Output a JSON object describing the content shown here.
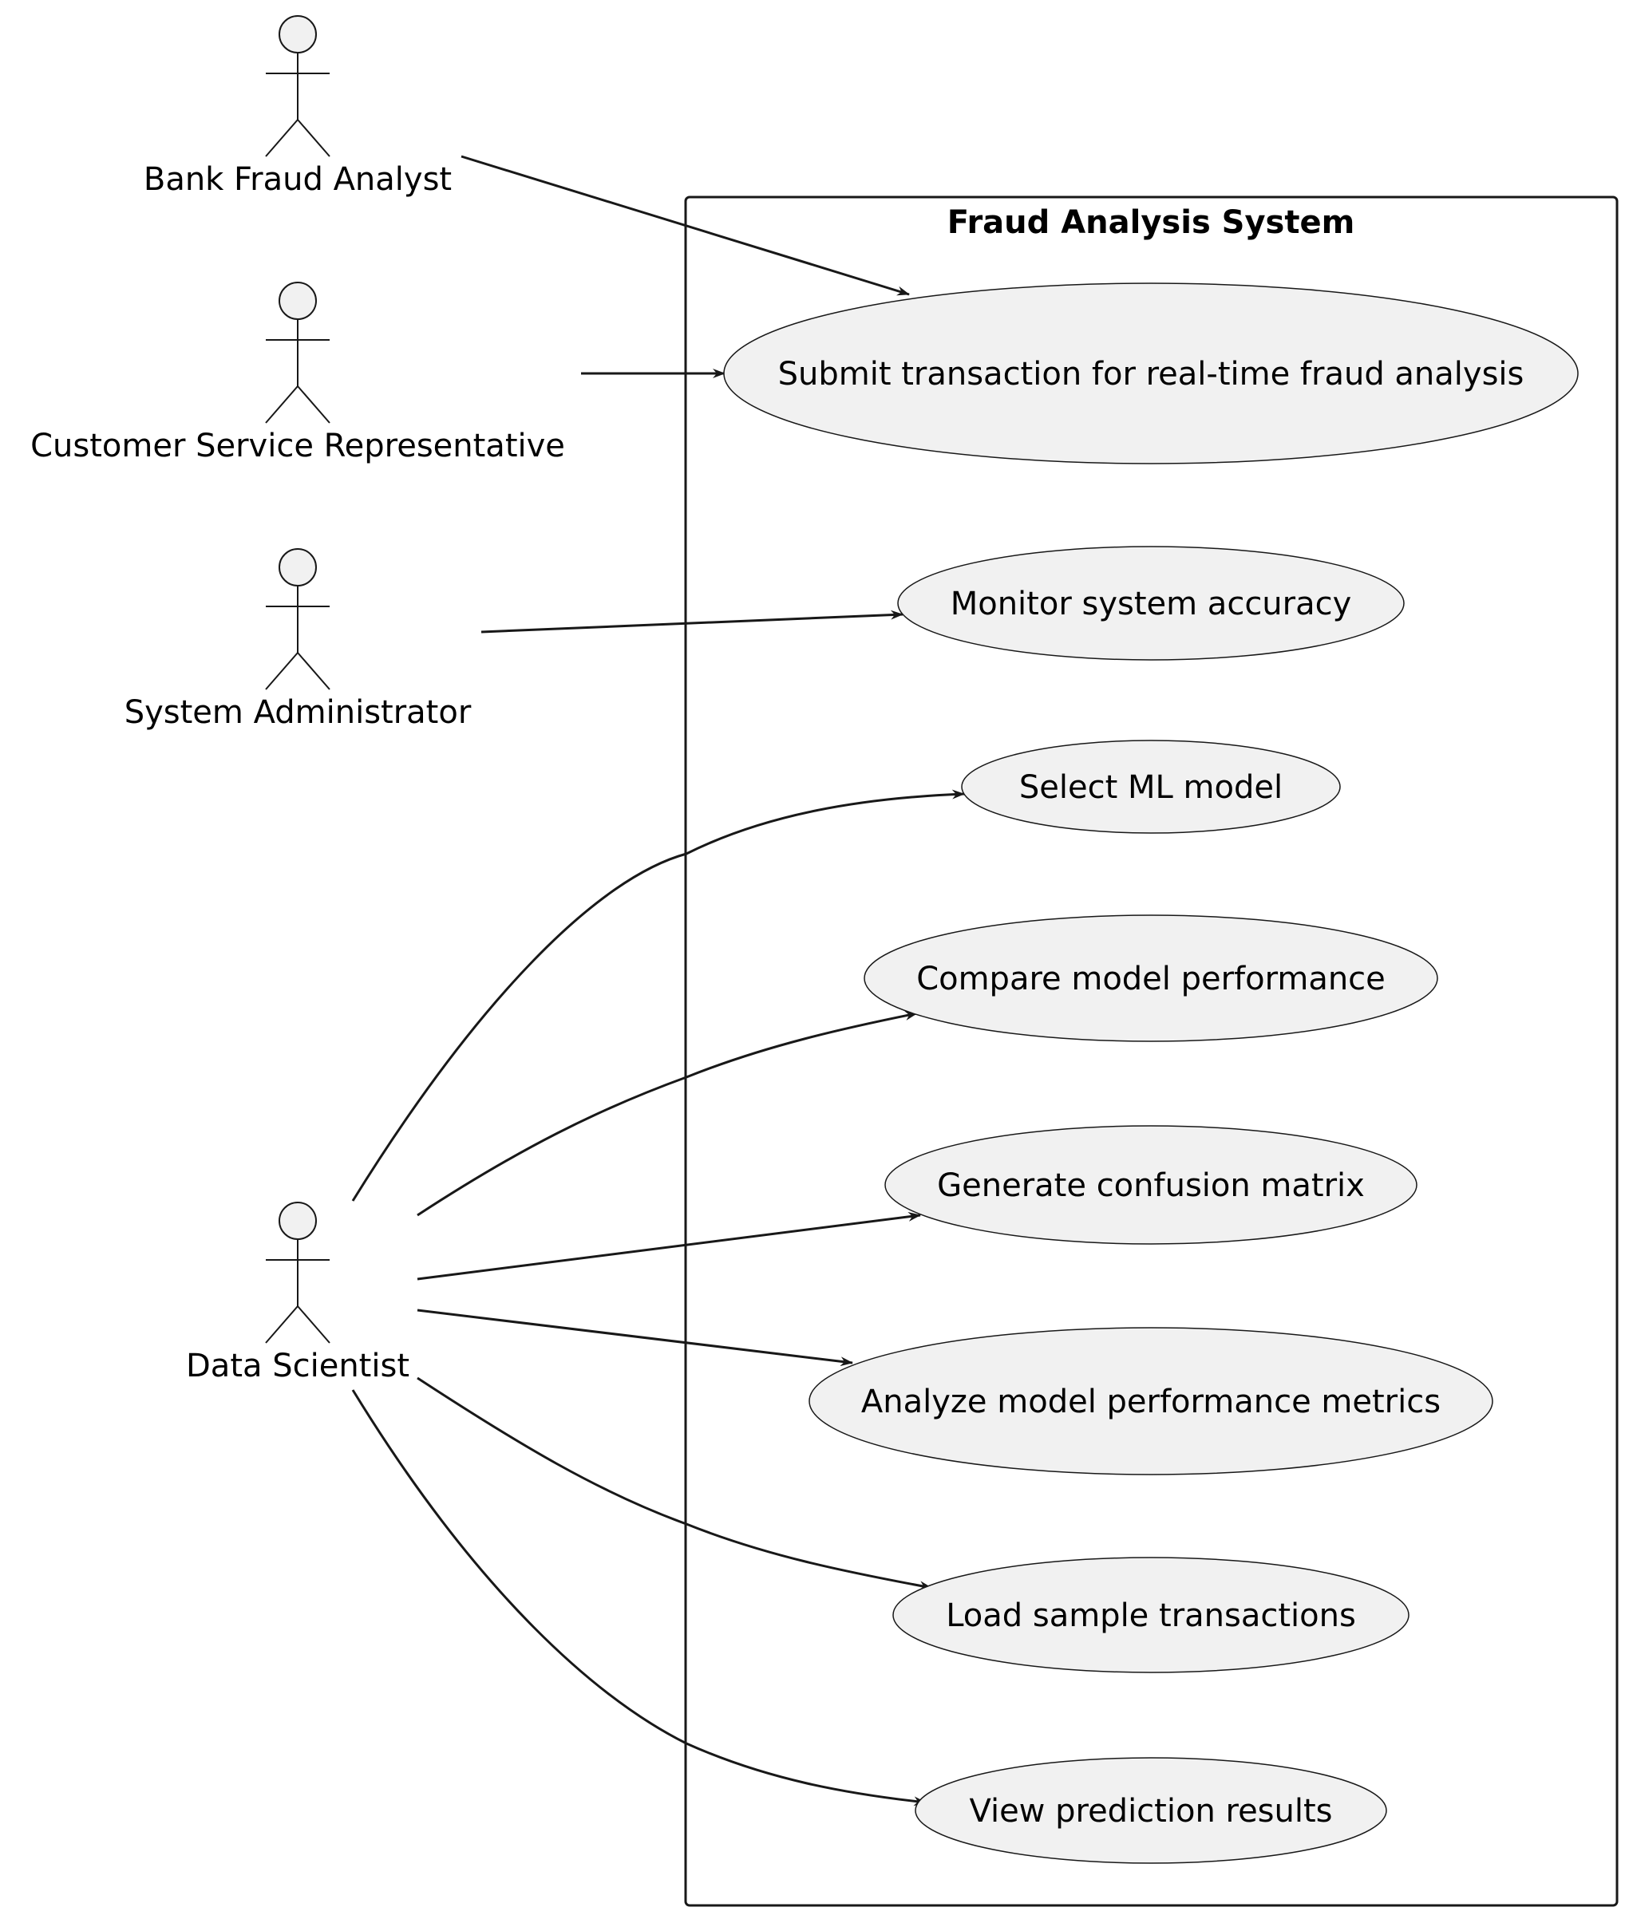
{
  "colors": {
    "background": "#FFFFFF",
    "shape_fill": "#F1F1F1",
    "stroke": "#181818"
  },
  "system": {
    "title": "Fraud Analysis System"
  },
  "actors": [
    {
      "id": "bank-fraud-analyst",
      "label": "Bank Fraud Analyst"
    },
    {
      "id": "customer-service-representative",
      "label": "Customer Service Representative"
    },
    {
      "id": "system-administrator",
      "label": "System Administrator"
    },
    {
      "id": "data-scientist",
      "label": "Data Scientist"
    }
  ],
  "use_cases": [
    {
      "id": "submit-transaction",
      "label": "Submit transaction for real-time fraud analysis"
    },
    {
      "id": "monitor-accuracy",
      "label": "Monitor system accuracy"
    },
    {
      "id": "select-ml-model",
      "label": "Select ML model"
    },
    {
      "id": "compare-model-performance",
      "label": "Compare model performance"
    },
    {
      "id": "generate-confusion-matrix",
      "label": "Generate confusion matrix"
    },
    {
      "id": "analyze-performance-metrics",
      "label": "Analyze model performance metrics"
    },
    {
      "id": "load-sample-transactions",
      "label": "Load sample transactions"
    },
    {
      "id": "view-prediction-results",
      "label": "View prediction results"
    }
  ],
  "associations": [
    {
      "from": "bank-fraud-analyst",
      "to": "submit-transaction"
    },
    {
      "from": "customer-service-representative",
      "to": "submit-transaction"
    },
    {
      "from": "system-administrator",
      "to": "monitor-accuracy"
    },
    {
      "from": "data-scientist",
      "to": "select-ml-model"
    },
    {
      "from": "data-scientist",
      "to": "compare-model-performance"
    },
    {
      "from": "data-scientist",
      "to": "generate-confusion-matrix"
    },
    {
      "from": "data-scientist",
      "to": "analyze-performance-metrics"
    },
    {
      "from": "data-scientist",
      "to": "load-sample-transactions"
    },
    {
      "from": "data-scientist",
      "to": "view-prediction-results"
    }
  ]
}
